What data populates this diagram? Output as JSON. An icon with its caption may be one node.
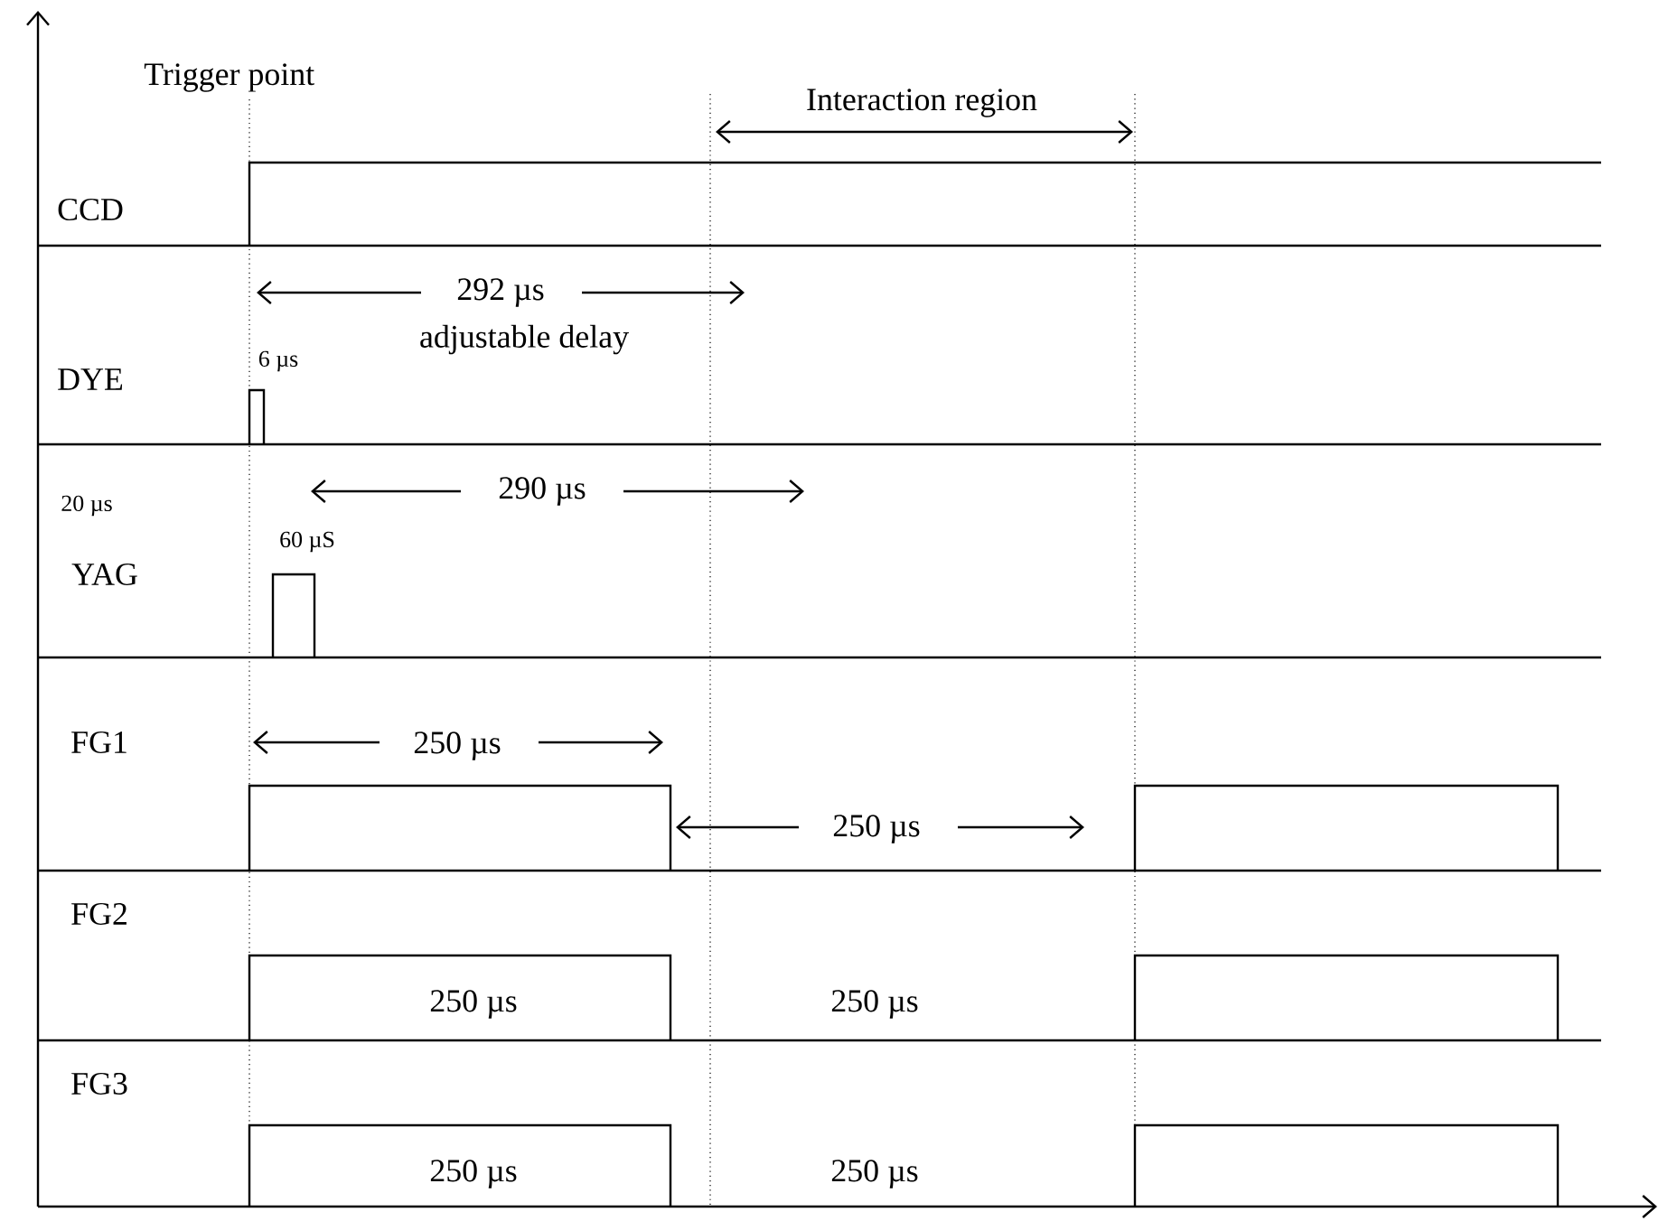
{
  "diagram": {
    "labels": [
      "Trigger point",
      "Interaction region",
      "CCD",
      "292 µs",
      "adjustable delay",
      "6 µs",
      "DYE",
      "20 µs",
      "290 µs",
      "60 µS",
      "YAG",
      "FG1",
      "250 µs",
      "250 µs",
      "FG2",
      "250 µs",
      "250 µs",
      "FG3",
      "250 µs",
      "250 µs"
    ]
  }
}
